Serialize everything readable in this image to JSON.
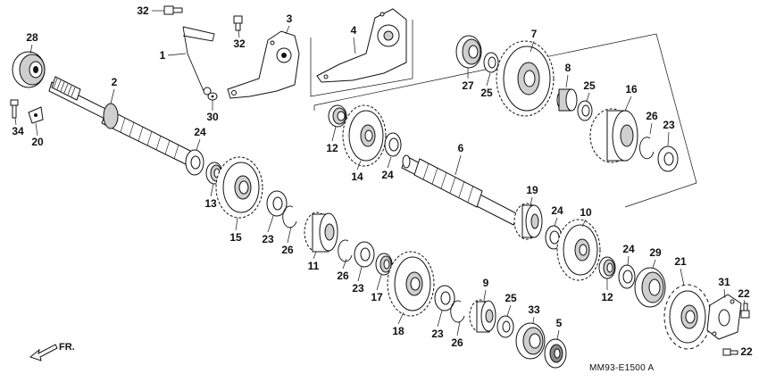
{
  "diagram": {
    "code": "MM93-E1500 A",
    "direction_label": "FR.",
    "parts": {
      "p1": "1",
      "p2": "2",
      "p3": "3",
      "p4": "4",
      "p5": "5",
      "p6": "6",
      "p7": "7",
      "p8": "8",
      "p9": "9",
      "p10": "10",
      "p11": "11",
      "p12a": "12",
      "p12b": "12",
      "p13": "13",
      "p14": "14",
      "p15": "15",
      "p16": "16",
      "p17": "17",
      "p18": "18",
      "p19": "19",
      "p20": "20",
      "p21": "21",
      "p22a": "22",
      "p22b": "22",
      "p23a": "23",
      "p23b": "23",
      "p23c": "23",
      "p23d": "23",
      "p24a": "24",
      "p24b": "24",
      "p24c": "24",
      "p24d": "24",
      "p25a": "25",
      "p25b": "25",
      "p25c": "25",
      "p26a": "26",
      "p26b": "26",
      "p26c": "26",
      "p26d": "26",
      "p27": "27",
      "p28": "28",
      "p29": "29",
      "p30": "30",
      "p31": "31",
      "p32a": "32",
      "p32b": "32",
      "p33": "33",
      "p34": "34"
    }
  }
}
